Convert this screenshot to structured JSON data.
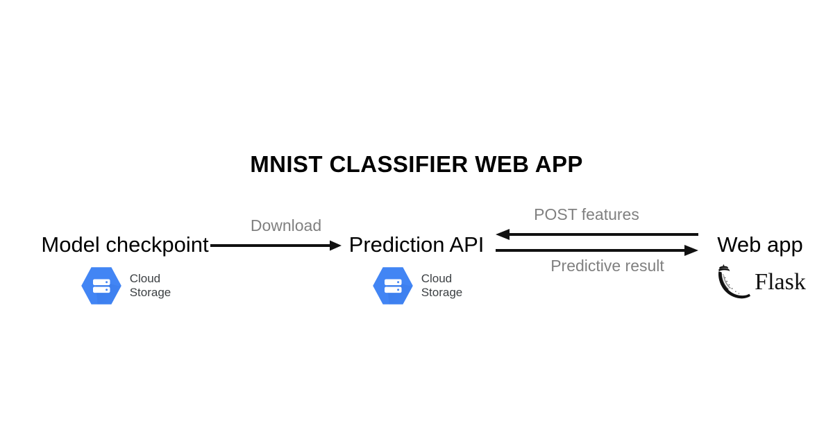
{
  "diagram": {
    "title": "MNIST CLASSIFIER WEB APP",
    "background_color": "#ffffff",
    "title_color": "#000000",
    "node_text_color": "#000000",
    "edge_label_color": "#808080",
    "arrow_color": "#111111",
    "accent_color": "#4285F4",
    "nodes": [
      {
        "id": "model-checkpoint",
        "label": "Model checkpoint",
        "logo": {
          "icon": "google-cloud-storage-icon",
          "wordmark_line1": "Cloud",
          "wordmark_line2": "Storage",
          "color": "#4285F4"
        }
      },
      {
        "id": "prediction-api",
        "label": "Prediction API",
        "logo": {
          "icon": "google-cloud-storage-icon",
          "wordmark_line1": "Cloud",
          "wordmark_line2": "Storage",
          "color": "#4285F4"
        }
      },
      {
        "id": "web-app",
        "label": "Web app",
        "logo": {
          "icon": "flask-horn-icon",
          "wordmark": "Flask",
          "color": "#111111"
        }
      }
    ],
    "edges": [
      {
        "id": "download-edge",
        "label": "Download",
        "from": "model-checkpoint",
        "to": "prediction-api",
        "direction": "right"
      },
      {
        "id": "post-features-edge",
        "label": "POST features",
        "from": "web-app",
        "to": "prediction-api",
        "direction": "left"
      },
      {
        "id": "predictive-result-edge",
        "label": "Predictive result",
        "from": "prediction-api",
        "to": "web-app",
        "direction": "right"
      }
    ]
  }
}
